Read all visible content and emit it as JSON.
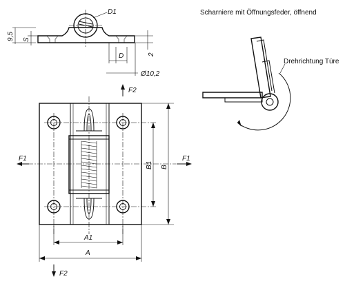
{
  "caption": "Scharniere mit Öffnungsfeder, öffnend",
  "rotation_label": "Drehrichtung Türe",
  "dims": {
    "d1": "D1",
    "h95": "9,5",
    "s": "S",
    "d": "D",
    "two": "2",
    "phi10": "Ø10,2",
    "a1": "A1",
    "a": "A",
    "b1": "B1",
    "b": "B"
  },
  "forces": {
    "f2_top": "F2",
    "f1_left": "F1",
    "f1_right": "F1",
    "f2_bottom": "F2"
  }
}
